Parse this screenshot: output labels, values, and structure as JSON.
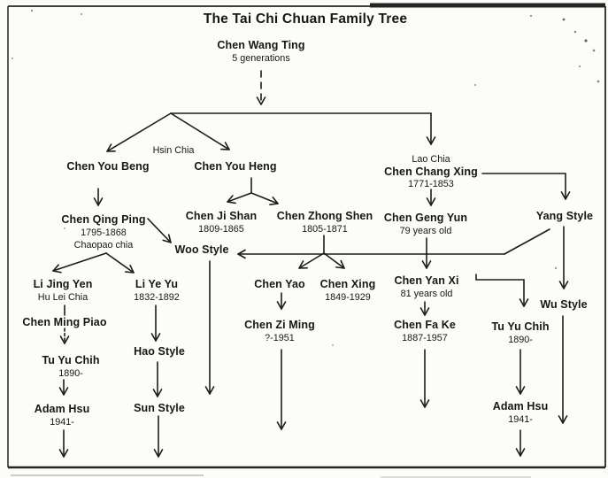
{
  "title": "The Tai Chi Chuan Family Tree",
  "colors": {
    "ink": "#1c1c1c",
    "paper": "#fcfcf9"
  },
  "labels": {
    "hsin_chia": "Hsin Chia"
  },
  "nodes": {
    "chen_wang_ting": {
      "name": "Chen Wang Ting",
      "sub": "5 generations"
    },
    "chen_you_beng": {
      "name": "Chen You Beng"
    },
    "chen_you_heng": {
      "name": "Chen You Heng"
    },
    "chen_chang_xing": {
      "pre": "Lao Chia",
      "name": "Chen Chang Xing",
      "sub": "1771-1853"
    },
    "chen_qing_ping": {
      "name": "Chen Qing Ping",
      "sub": "1795-1868",
      "sub2": "Chaopao chia"
    },
    "chen_ji_shan": {
      "name": "Chen Ji Shan",
      "sub": "1809-1865"
    },
    "chen_zhong_shen": {
      "name": "Chen Zhong Shen",
      "sub": "1805-1871"
    },
    "chen_geng_yun": {
      "name": "Chen Geng Yun",
      "sub": "79 years old"
    },
    "yang_style": {
      "name": "Yang Style"
    },
    "woo_style": {
      "name": "Woo Style"
    },
    "li_jing_yen": {
      "name": "Li Jing Yen",
      "sub": "Hu Lei Chia"
    },
    "li_ye_yu": {
      "name": "Li Ye Yu",
      "sub": "1832-1892"
    },
    "chen_yao": {
      "name": "Chen Yao"
    },
    "chen_xing": {
      "name": "Chen Xing",
      "sub": "1849-1929"
    },
    "chen_yan_xi": {
      "name": "Chen Yan Xi",
      "sub": "81 years old"
    },
    "wu_style": {
      "name": "Wu Style"
    },
    "chen_ming_piao": {
      "name": "Chen Ming Piao"
    },
    "tu_yu_chih_left": {
      "name": "Tu Yu Chih",
      "sub": "1890-"
    },
    "hao_style": {
      "name": "Hao Style"
    },
    "chen_zi_ming": {
      "name": "Chen Zi Ming",
      "sub": "?-1951"
    },
    "chen_fa_ke": {
      "name": "Chen Fa Ke",
      "sub": "1887-1957"
    },
    "tu_yu_chih_right": {
      "name": "Tu Yu Chih",
      "sub": "1890-"
    },
    "adam_hsu_left": {
      "name": "Adam Hsu",
      "sub": "1941-"
    },
    "sun_style": {
      "name": "Sun Style"
    },
    "adam_hsu_right": {
      "name": "Adam Hsu",
      "sub": "1941-"
    }
  }
}
